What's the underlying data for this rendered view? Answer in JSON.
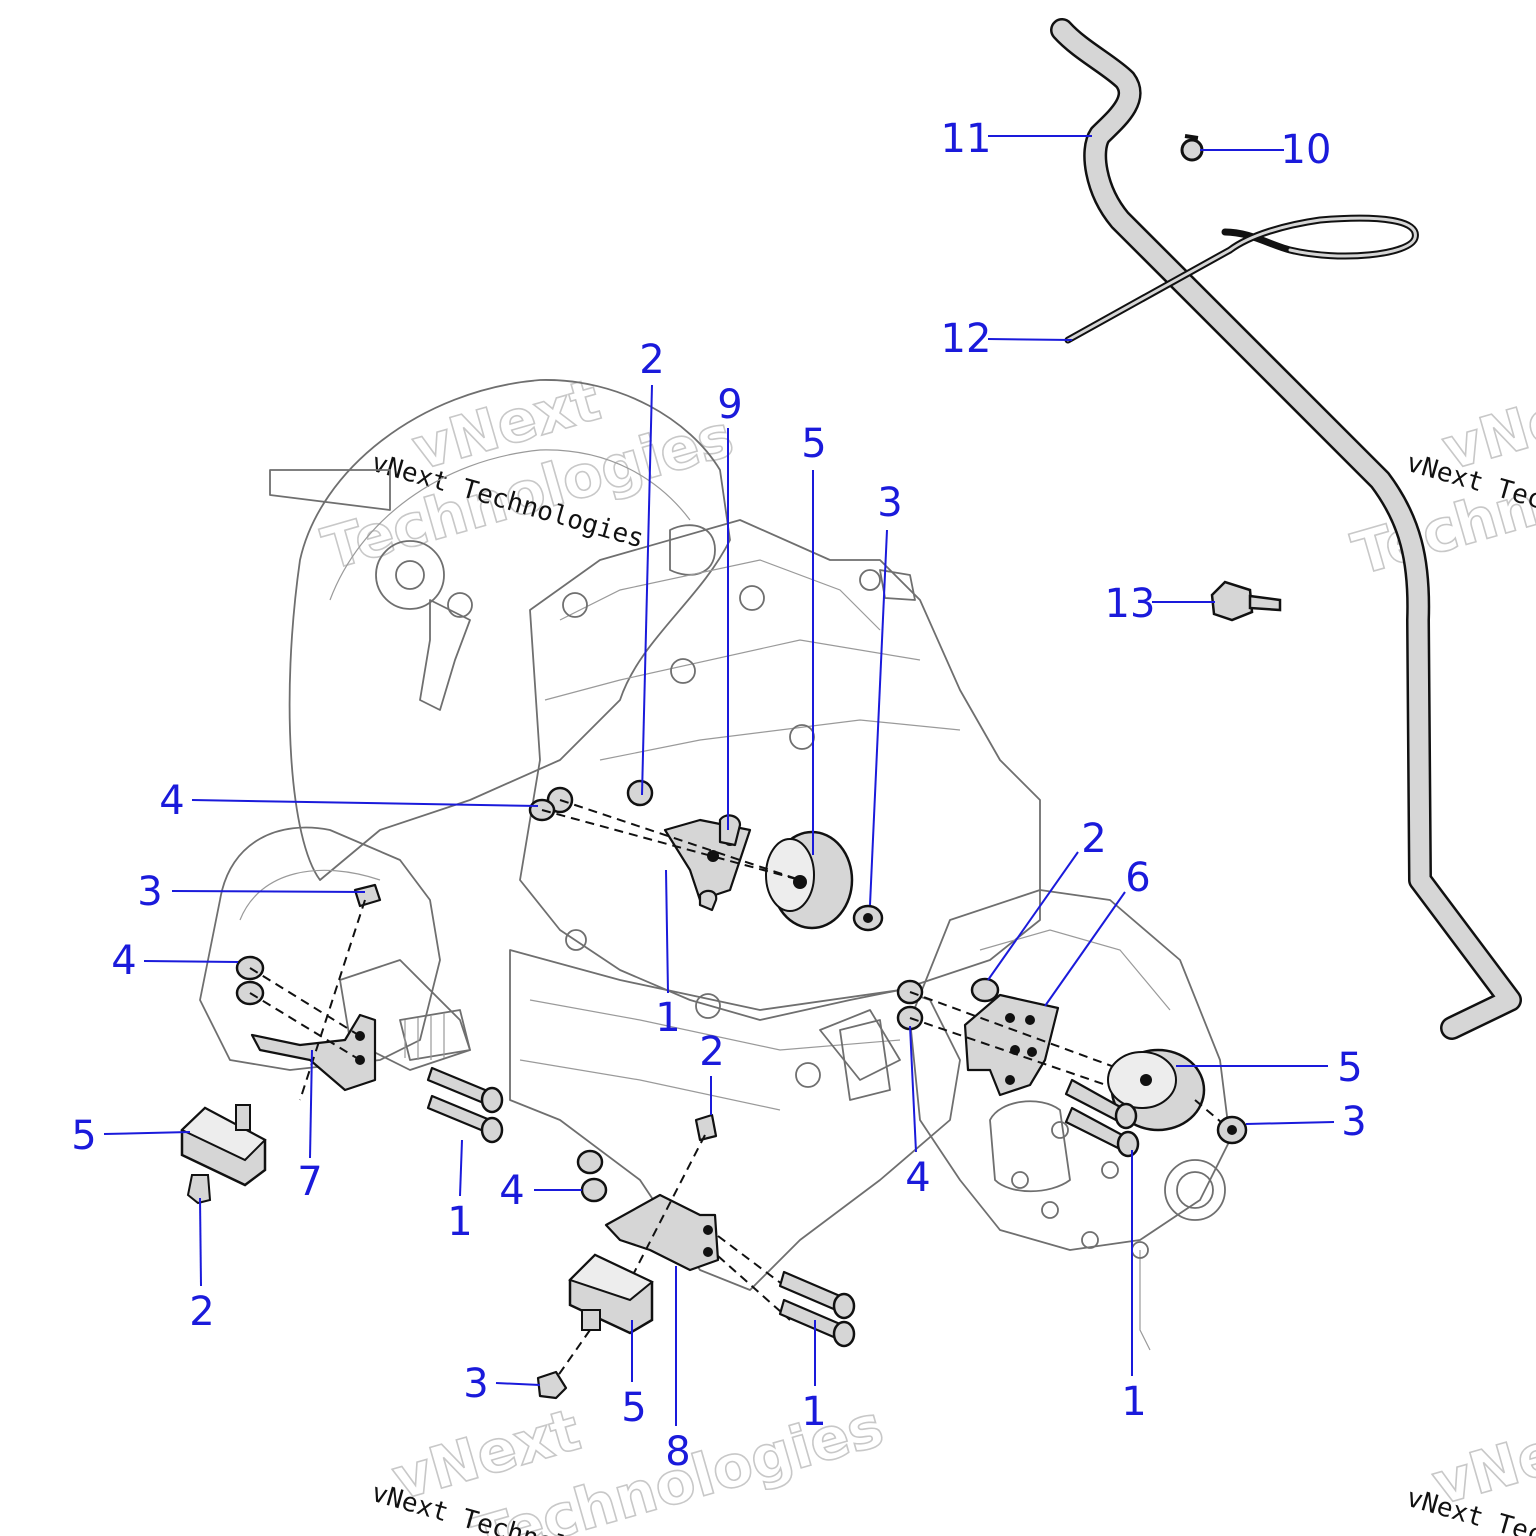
{
  "diagram": {
    "colors": {
      "callout": "#1a1adb",
      "leader": "#1a1adb",
      "part_fill": "#d6d6d6",
      "part_dark": "#a9a9a9",
      "watermark": "#c8c8c8"
    },
    "callouts": [
      {
        "label": "11"
      },
      {
        "label": "10"
      },
      {
        "label": "12"
      },
      {
        "label": "13"
      },
      {
        "label": "2"
      },
      {
        "label": "9"
      },
      {
        "label": "5"
      },
      {
        "label": "3"
      },
      {
        "label": "4"
      },
      {
        "label": "3"
      },
      {
        "label": "4"
      },
      {
        "label": "1"
      },
      {
        "label": "2"
      },
      {
        "label": "6"
      },
      {
        "label": "5"
      },
      {
        "label": "3"
      },
      {
        "label": "5"
      },
      {
        "label": "7"
      },
      {
        "label": "1"
      },
      {
        "label": "2"
      },
      {
        "label": "2"
      },
      {
        "label": "4"
      },
      {
        "label": "4"
      },
      {
        "label": "3"
      },
      {
        "label": "5"
      },
      {
        "label": "8"
      },
      {
        "label": "1"
      },
      {
        "label": "1"
      }
    ],
    "watermark": {
      "line1": "vNext",
      "line2": "Technologies",
      "caption": "vNext Technologies"
    }
  }
}
